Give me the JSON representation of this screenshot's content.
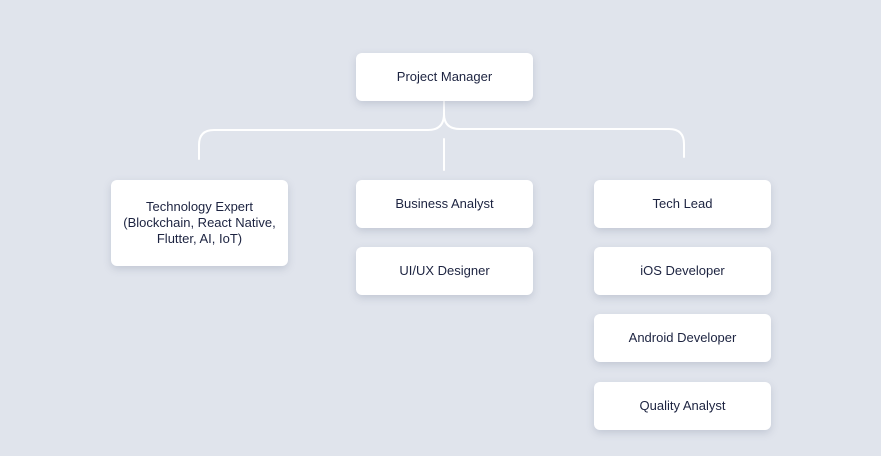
{
  "diagram": {
    "type": "org-chart",
    "background_color": "#e0e4ec",
    "node_color": "#ffffff",
    "text_color": "#1c2340",
    "connector_color": "#ffffff",
    "root": {
      "label": "Project Manager"
    },
    "columns": [
      {
        "nodes": [
          {
            "label_lines": [
              "Technology Expert",
              "(Blockchain, React Native,",
              "Flutter, AI, IoT)"
            ]
          }
        ]
      },
      {
        "nodes": [
          {
            "label": "Business Analyst"
          },
          {
            "label": "UI/UX Designer"
          }
        ]
      },
      {
        "nodes": [
          {
            "label": "Tech Lead"
          },
          {
            "label": "iOS Developer"
          },
          {
            "label": "Android Developer"
          },
          {
            "label": "Quality Analyst"
          }
        ]
      }
    ]
  }
}
